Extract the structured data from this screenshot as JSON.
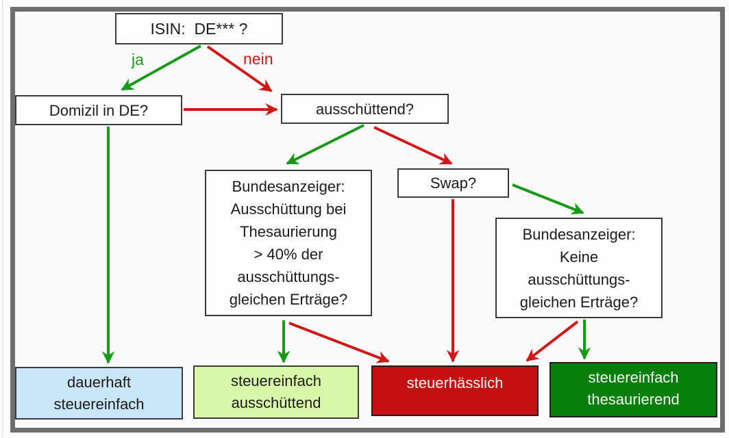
{
  "diagram": {
    "type": "flowchart",
    "topic": "ISIN / Fonds Steuer-Entscheidungsbaum"
  },
  "nodes": {
    "isin": {
      "label": "ISIN:  DE*** ?"
    },
    "domizil": {
      "label": "Domizil in DE?"
    },
    "ausschuettend": {
      "label": "ausschüttend?"
    },
    "bundesanzeiger_ausschuettung": {
      "lines": [
        "Bundesanzeiger:",
        "Ausschüttung bei",
        "Thesaurierung",
        "> 40% der",
        "ausschüttungs-",
        "gleichen Erträge?"
      ]
    },
    "swap": {
      "label": "Swap?"
    },
    "bundesanzeiger_keine": {
      "lines": [
        "Bundesanzeiger:",
        "Keine",
        "ausschüttungs-",
        "gleichen Erträge?"
      ]
    },
    "result_dauerhaft": {
      "lines": [
        "dauerhaft",
        "steuereinfach"
      ],
      "bg": "#c9e6f8"
    },
    "result_ausschuettend": {
      "lines": [
        "steuereinfach",
        "ausschüttend"
      ],
      "bg": "#d8f7a8"
    },
    "result_haesslich": {
      "label": "steuerhässlich",
      "bg": "#c31111"
    },
    "result_thesaurierend": {
      "lines": [
        "steuereinfach",
        "thesaurierend"
      ],
      "bg": "#0a7e0a"
    }
  },
  "edge_labels": {
    "ja": "ja",
    "nein": "nein"
  },
  "colors": {
    "yes_green": "#189a18",
    "no_red": "#d01818",
    "box_border": "#3a3a3a",
    "frame_border": "#6f6f6f",
    "result_text_light": "#f7f7f7",
    "node_text_dark": "#1c1c1c"
  }
}
